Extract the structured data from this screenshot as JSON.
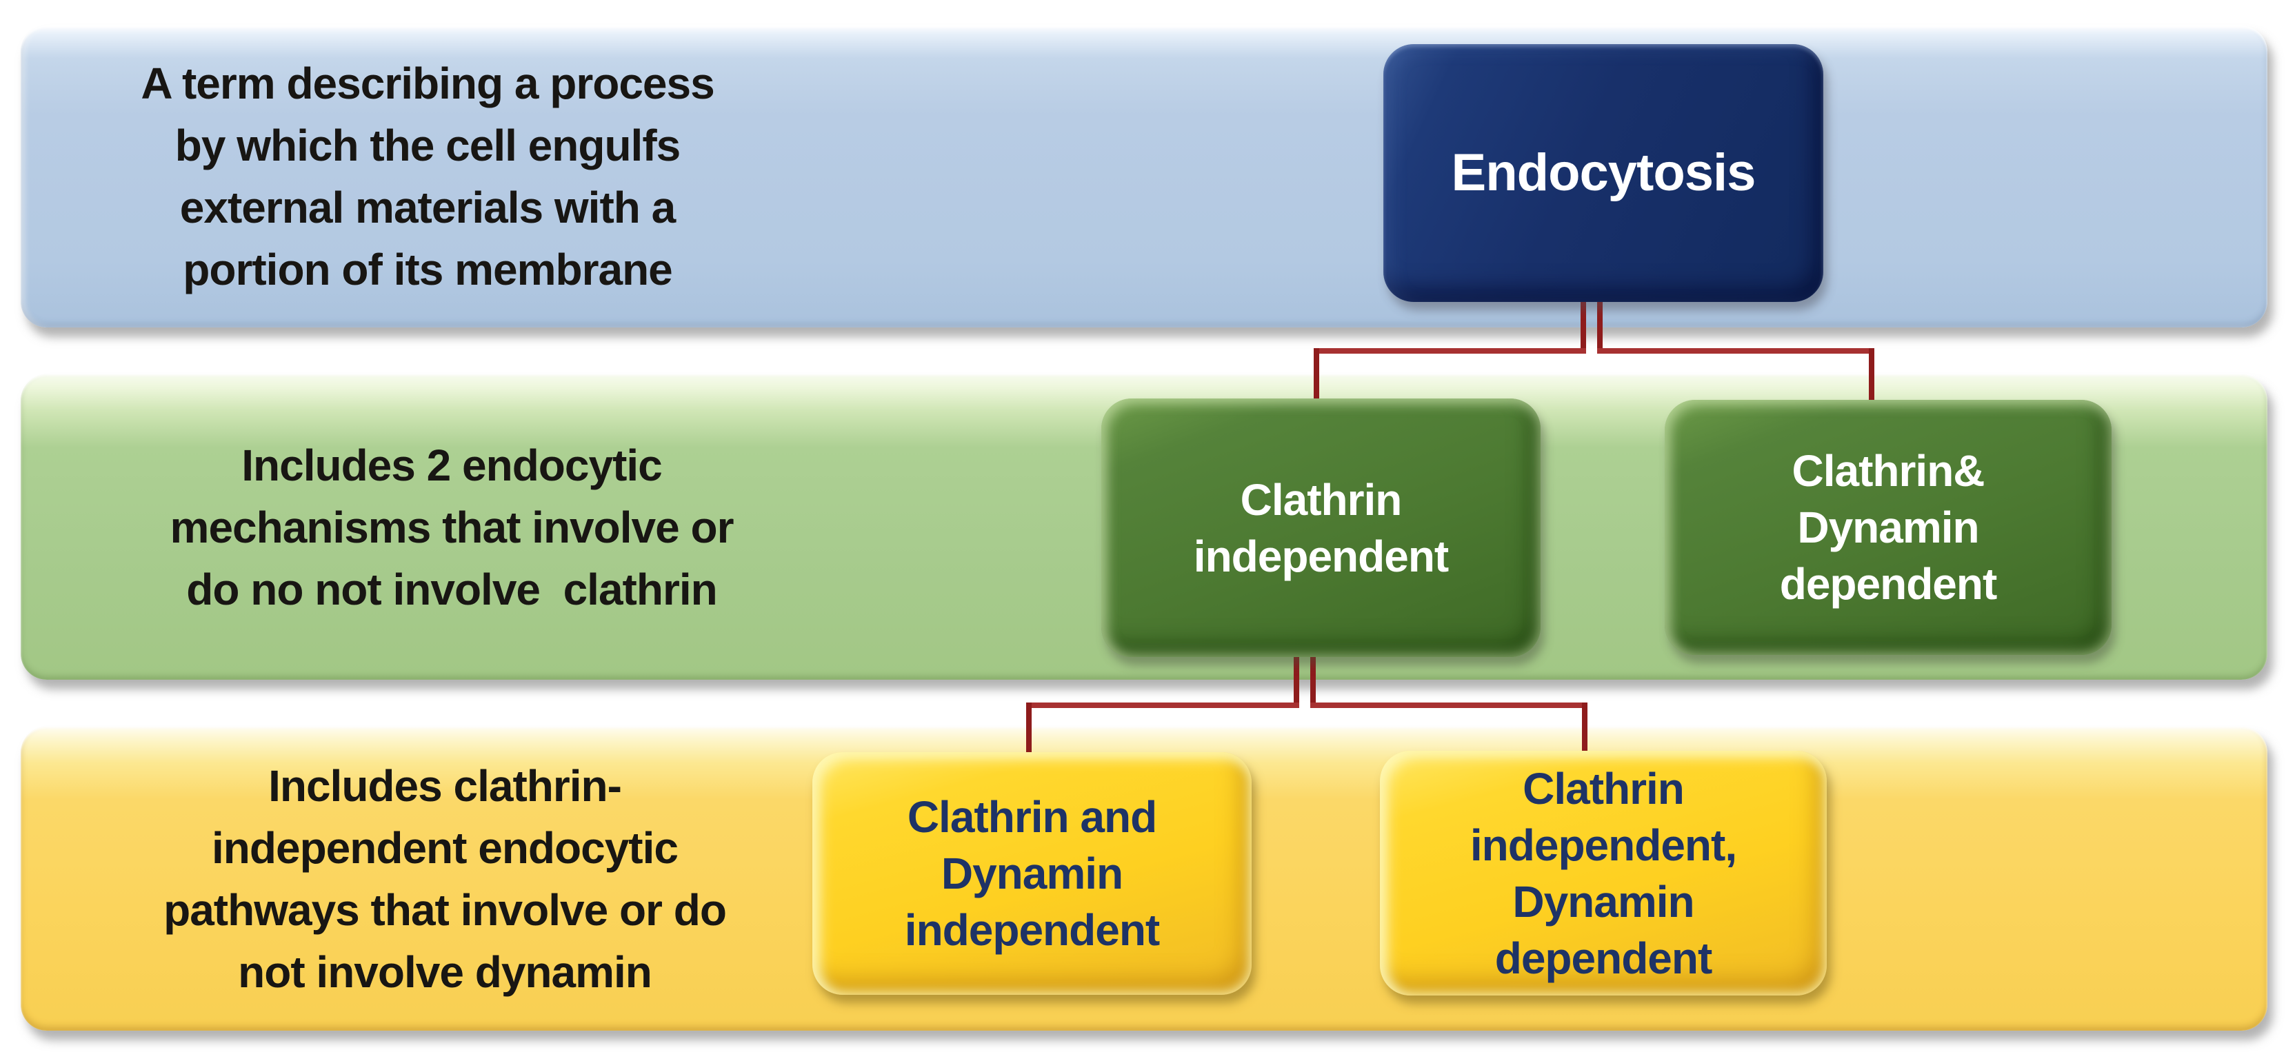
{
  "diagram": {
    "rows": [
      {
        "description": "A term describing a process\nby which the cell engulfs\nexternal materials with a\nportion of its membrane",
        "nodes": [
          {
            "label": "Endocytosis"
          }
        ]
      },
      {
        "description": "Includes 2 endocytic\nmechanisms that involve or\ndo no not involve  clathrin",
        "nodes": [
          {
            "label": "Clathrin\nindependent"
          },
          {
            "label": "Clathrin&\nDynamin\ndependent"
          }
        ]
      },
      {
        "description": "Includes clathrin-\nindependent endocytic\npathways that involve or do\nnot involve dynamin",
        "nodes": [
          {
            "label": "Clathrin and\nDynamin\nindependent"
          },
          {
            "label": "Clathrin\nindependent,\nDynamin\ndependent"
          }
        ]
      }
    ],
    "colors": {
      "band_blue": "#b7cce4",
      "band_green": "#a7cb8d",
      "band_yellow": "#fbd45c",
      "node_navy": "#18306a",
      "node_green": "#4c7931",
      "node_yellow": "#fed021",
      "connector_red": "#9b2424",
      "band_text": "#181613",
      "node_text_light": "#ffffff",
      "node_text_dark": "#1e3366"
    }
  }
}
